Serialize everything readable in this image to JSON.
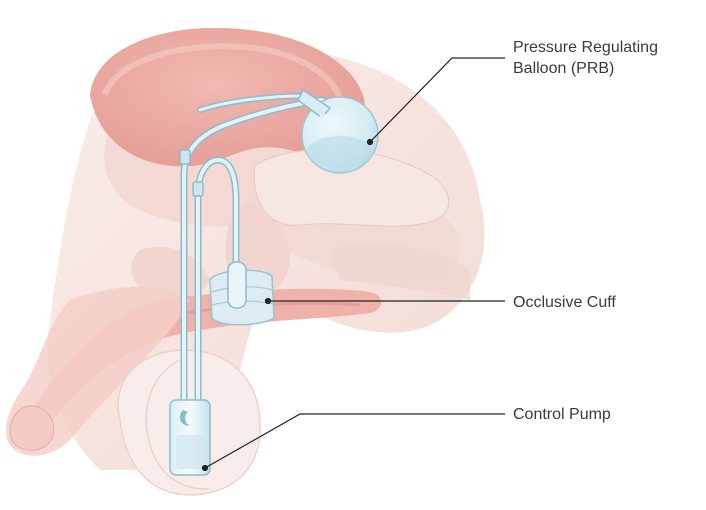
{
  "labels": {
    "prb_line1": "Pressure Regulating",
    "prb_line2": "Balloon (PRB)",
    "cuff": "Occlusive Cuff",
    "pump": "Control Pump"
  },
  "colors": {
    "tissue_light": "#f6e4df",
    "tissue_mid": "#efc9c0",
    "tissue_dark": "#e5aaa1",
    "device_blue": "#cfe6ee",
    "device_outline": "#8db9c9",
    "leader_line": "#222222"
  }
}
